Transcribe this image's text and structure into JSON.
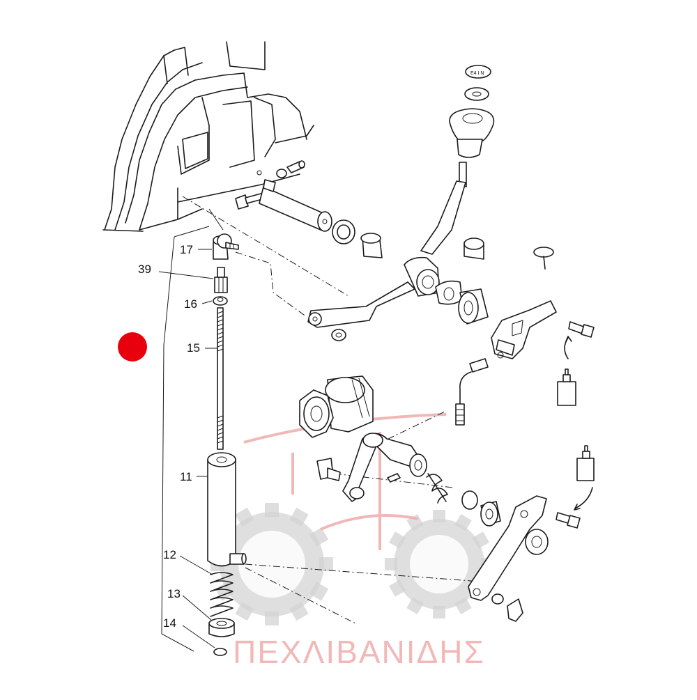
{
  "diagram": {
    "callouts": [
      {
        "id": "17",
        "label": "17"
      },
      {
        "id": "39",
        "label": "39"
      },
      {
        "id": "16",
        "label": "16"
      },
      {
        "id": "15",
        "label": "15"
      },
      {
        "id": "11",
        "label": "11"
      },
      {
        "id": "12",
        "label": "12"
      },
      {
        "id": "13",
        "label": "13"
      },
      {
        "id": "14",
        "label": "14"
      }
    ],
    "watermark_text": "ΠΕΧΛΙΒΑΝΙΔΗΣ",
    "marker_color": "#e8000c",
    "watermark_color": "#f2b8b8",
    "knob_label": "Ε4 Ι Ν"
  }
}
